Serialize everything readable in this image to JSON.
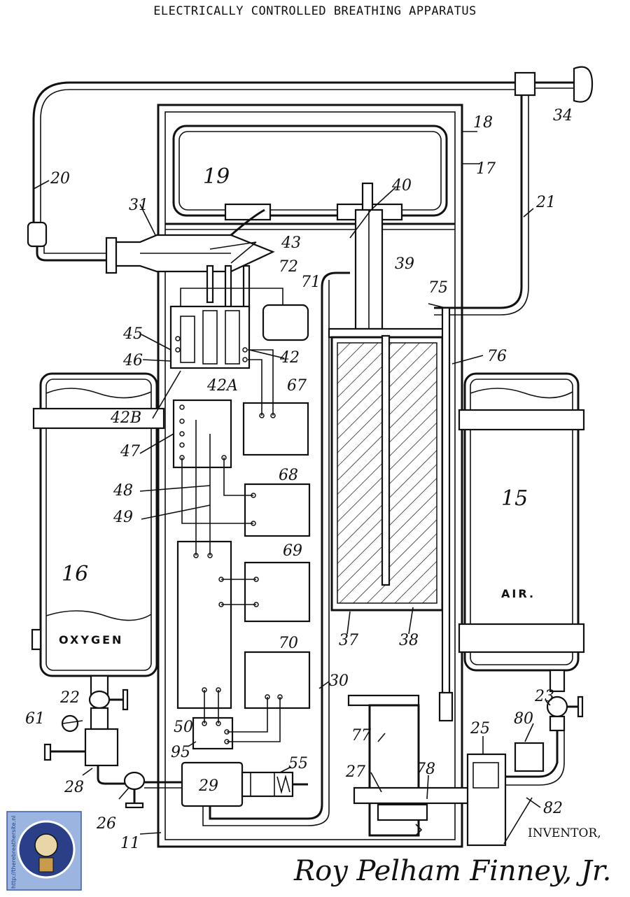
{
  "title": "ELECTRICALLY CONTROLLED BREATHING APPARATUS",
  "labels": {
    "l11": "11",
    "l15": "15",
    "l16": "16",
    "l17": "17",
    "l18": "18",
    "l19": "19",
    "l20": "20",
    "l21": "21",
    "l22": "22",
    "l23": "23",
    "l25": "25",
    "l26": "26",
    "l27": "27",
    "l28": "28",
    "l29": "29",
    "l30": "30",
    "l31": "31",
    "l34": "34",
    "l37": "37",
    "l38": "38",
    "l39": "39",
    "l40": "40",
    "l42": "42",
    "l42a": "42A",
    "l42b": "42B",
    "l43": "43",
    "l45": "45",
    "l46": "46",
    "l47": "47",
    "l48": "48",
    "l49": "49",
    "l50": "50",
    "l55": "55",
    "l61": "61",
    "l67": "67",
    "l68": "68",
    "l69": "69",
    "l70": "70",
    "l71": "71",
    "l72": "72",
    "l75": "75",
    "l76": "76",
    "l77": "77",
    "l78": "78",
    "l80": "80",
    "l82": "82",
    "l95": "95"
  },
  "oxygen_label": "OXYGEN",
  "air_label": "AIR.",
  "inventor_label": "INVENTOR,",
  "signature": "Roy Pelham Finney, Jr.",
  "watermark": "http://therebreathersite.nl"
}
